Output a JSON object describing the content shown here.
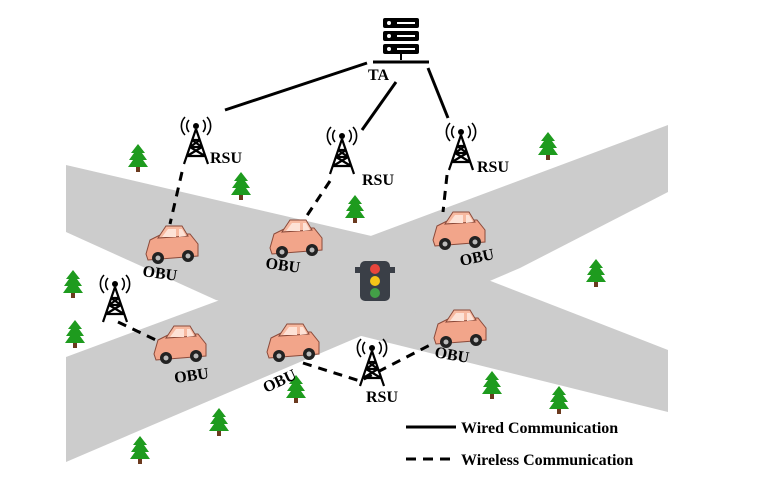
{
  "server": {
    "label": "TA",
    "icon": "server-icon"
  },
  "rsu_label": "RSU",
  "obu_label": "OBU",
  "traffic_light": {
    "icon": "traffic-light-icon",
    "colors": [
      "#e8453c",
      "#f5c518",
      "#43a047"
    ]
  },
  "legend": {
    "wired_label": "Wired Communication",
    "wireless_label": "Wireless Communication"
  },
  "colors": {
    "road": "#cccccc",
    "car_body": "#f2a58a",
    "car_roof": "#f7b9a0",
    "tree": "#1e9b1e",
    "trunk": "#6b3a1f"
  }
}
